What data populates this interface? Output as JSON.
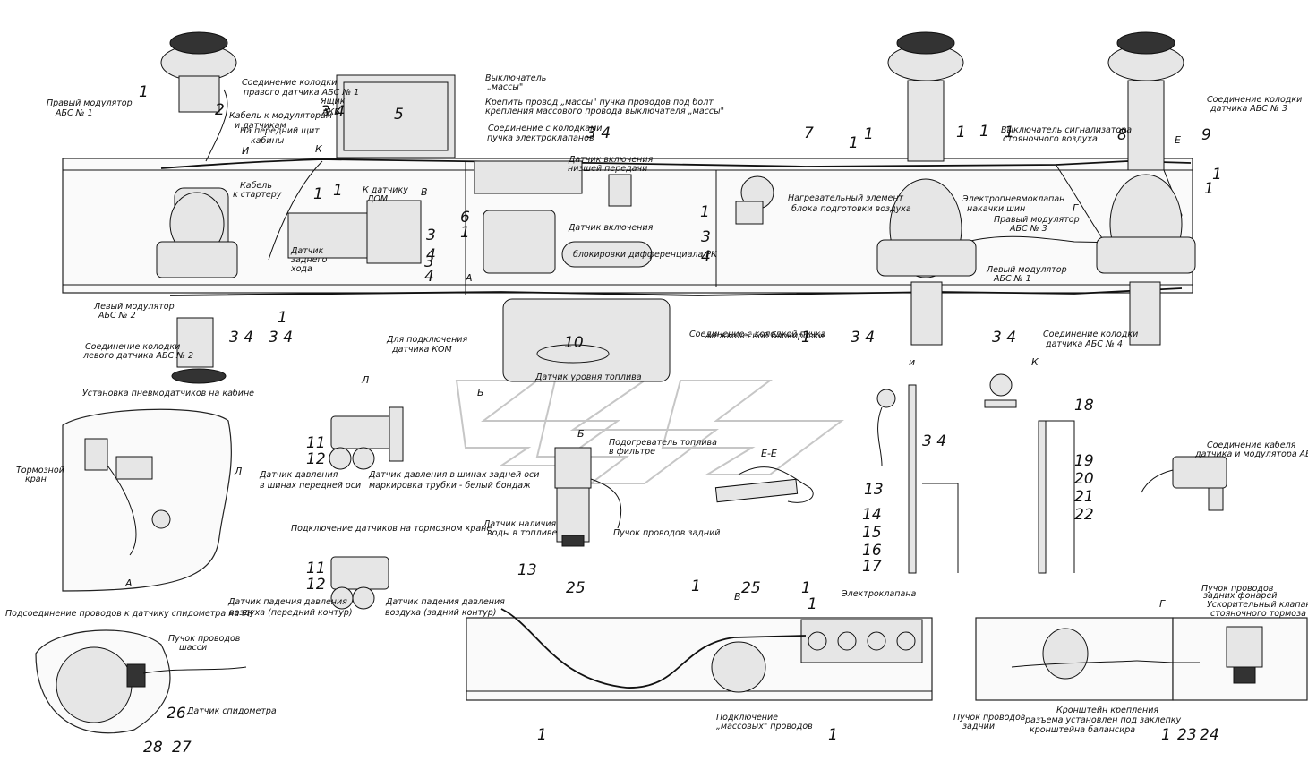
{
  "callouts": [
    {
      "t": "Правый модулятор"
    },
    {
      "t": "АБС № 1"
    },
    {
      "t": "Соединение колодки"
    },
    {
      "t": "правого датчика АБС № 1"
    },
    {
      "t": "Кабель к модуляторам"
    },
    {
      "t": "и датчикам"
    },
    {
      "t": "На передний щит"
    },
    {
      "t": "кабины"
    },
    {
      "t": "Ящик"
    },
    {
      "t": "АКБ"
    },
    {
      "t": "Выключатель"
    },
    {
      "t": "„массы\""
    },
    {
      "t": "Крепить провод „массы\" пучка проводов под болт"
    },
    {
      "t": "крепления массового провода выключателя „массы\""
    },
    {
      "t": "Соединение с колодками"
    },
    {
      "t": "пучка электроклапанов"
    },
    {
      "t": "Датчик включения"
    },
    {
      "t": "низшей передачи"
    },
    {
      "t": "К датчику"
    },
    {
      "t": "ДОМ"
    },
    {
      "t": "Кабель"
    },
    {
      "t": "к стартеру"
    },
    {
      "t": "Датчик"
    },
    {
      "t": "заднего"
    },
    {
      "t": "хода"
    },
    {
      "t": "Датчик включения"
    },
    {
      "t": "блокировки дифференциала РК"
    },
    {
      "t": "Нагревательный элемент"
    },
    {
      "t": "блока подготовки воздуха"
    },
    {
      "t": "Выключатель сигнализатора"
    },
    {
      "t": "стояночного воздуха"
    },
    {
      "t": "Электропневмоклапан"
    },
    {
      "t": "накачки шин"
    },
    {
      "t": "Соединение колодки"
    },
    {
      "t": "датчика АБС № 3"
    },
    {
      "t": "Правый модулятор"
    },
    {
      "t": "АБС № 3"
    },
    {
      "t": "Левый модулятор"
    },
    {
      "t": "АБС № 1"
    },
    {
      "t": "Соединение колодки"
    },
    {
      "t": "датчика АБС № 4"
    },
    {
      "t": "Левый модулятор"
    },
    {
      "t": "АБС № 2"
    },
    {
      "t": "Соединение колодки"
    },
    {
      "t": "левого датчика АБС № 2"
    },
    {
      "t": "Для подключения"
    },
    {
      "t": "датчика КОМ"
    },
    {
      "t": "Датчик уровня топлива"
    },
    {
      "t": "Соединение с колодкой пучка"
    },
    {
      "t": "межколесной блокировки"
    },
    {
      "t": "Установка пневмодатчиков на кабине"
    },
    {
      "t": "Тормозной"
    },
    {
      "t": "кран"
    },
    {
      "t": "Подсоединение проводов к датчику спидометра на РК"
    },
    {
      "t": "Пучок проводов"
    },
    {
      "t": "шасси"
    },
    {
      "t": "Датчик спидометра"
    },
    {
      "t": "Датчик давления"
    },
    {
      "t": "в шинах передней оси"
    },
    {
      "t": "Датчик давления в шинах задней оси"
    },
    {
      "t": "маркировка трубки - белый бондаж"
    },
    {
      "t": "Подключение датчиков на тормозном кране"
    },
    {
      "t": "Датчик падения давления"
    },
    {
      "t": "воздуха (передний контур)"
    },
    {
      "t": "Датчик падения давления"
    },
    {
      "t": "воздуха (задний контур)"
    },
    {
      "t": "Подогреватель топлива"
    },
    {
      "t": "в фильтре"
    },
    {
      "t": "Датчик наличия"
    },
    {
      "t": "воды в топливе"
    },
    {
      "t": "Пучок проводов задний"
    },
    {
      "t": "Соединение кабеля"
    },
    {
      "t": "датчика и модулятора АБС"
    },
    {
      "t": "Электроклапана"
    },
    {
      "t": "Подключение"
    },
    {
      "t": "„массовых\" проводов"
    },
    {
      "t": "Пучок проводов"
    },
    {
      "t": "задних фонарей"
    },
    {
      "t": "Ускорительный клапан"
    },
    {
      "t": "стояночного тормоза"
    },
    {
      "t": "Пучок проводов"
    },
    {
      "t": "задний"
    },
    {
      "t": "Кронштейн крепления"
    },
    {
      "t": "разъема установлен под заклепку"
    },
    {
      "t": "кронштейна балансира"
    }
  ],
  "numbers": [
    {
      "t": "1"
    },
    {
      "t": "2"
    },
    {
      "t": "3 4"
    },
    {
      "t": "5"
    },
    {
      "t": "3 4"
    },
    {
      "t": "7"
    },
    {
      "t": "1"
    },
    {
      "t": "1"
    },
    {
      "t": "8"
    },
    {
      "t": "9"
    },
    {
      "t": "1"
    },
    {
      "t": "1"
    },
    {
      "t": "3"
    },
    {
      "t": "4"
    },
    {
      "t": "6"
    },
    {
      "t": "1"
    },
    {
      "t": "3"
    },
    {
      "t": "4"
    },
    {
      "t": "1"
    },
    {
      "t": "3"
    },
    {
      "t": "4"
    },
    {
      "t": "1"
    },
    {
      "t": "1"
    },
    {
      "t": "3 4"
    },
    {
      "t": "1"
    },
    {
      "t": "10"
    },
    {
      "t": "1"
    },
    {
      "t": "3 4"
    },
    {
      "t": "3 4"
    },
    {
      "t": "1"
    },
    {
      "t": "3 4"
    },
    {
      "t": "3 4"
    },
    {
      "t": "18"
    },
    {
      "t": "13"
    },
    {
      "t": "14"
    },
    {
      "t": "15"
    },
    {
      "t": "16"
    },
    {
      "t": "17"
    },
    {
      "t": "19"
    },
    {
      "t": "20"
    },
    {
      "t": "21"
    },
    {
      "t": "22"
    },
    {
      "t": "11"
    },
    {
      "t": "12"
    },
    {
      "t": "11"
    },
    {
      "t": "12"
    },
    {
      "t": "13"
    },
    {
      "t": "25"
    },
    {
      "t": "1"
    },
    {
      "t": "25"
    },
    {
      "t": "1"
    },
    {
      "t": "1"
    },
    {
      "t": "1"
    },
    {
      "t": "1"
    },
    {
      "t": "26"
    },
    {
      "t": "28"
    },
    {
      "t": "27"
    },
    {
      "t": "1"
    },
    {
      "t": "23"
    },
    {
      "t": "24"
    },
    {
      "t": "1"
    },
    {
      "t": "1"
    }
  ],
  "section_letters": [
    {
      "t": "К"
    },
    {
      "t": "И"
    },
    {
      "t": "В"
    },
    {
      "t": "А"
    },
    {
      "t": "Б"
    },
    {
      "t": "Г"
    },
    {
      "t": "Е"
    },
    {
      "t": "и"
    },
    {
      "t": "К"
    },
    {
      "t": "Л"
    },
    {
      "t": "Л"
    },
    {
      "t": "А"
    },
    {
      "t": "Б"
    },
    {
      "t": "Е-Е"
    },
    {
      "t": "В"
    },
    {
      "t": "Г"
    }
  ]
}
